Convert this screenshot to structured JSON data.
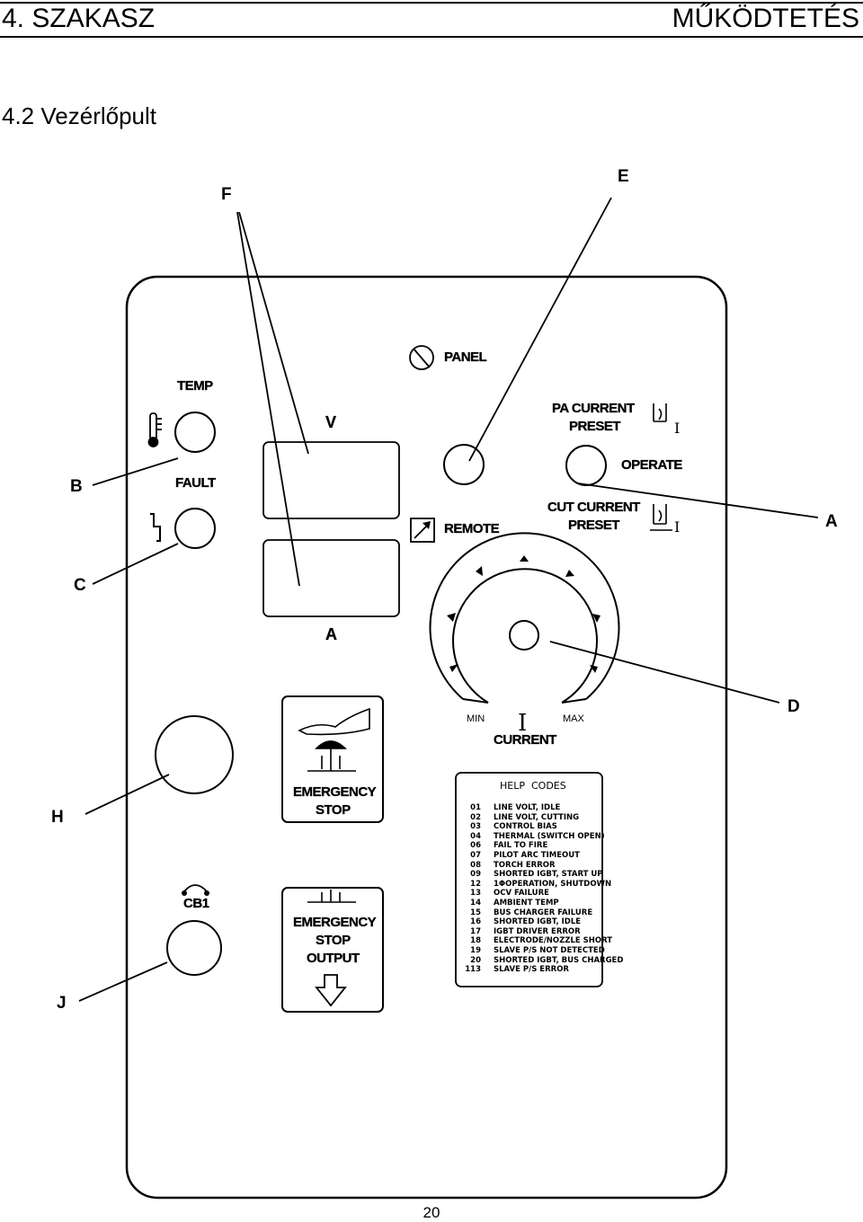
{
  "header": {
    "section": "4. SZAKASZ",
    "chapter": "MŰKÖDTETÉS",
    "subtitle": "4.2 Vezérlőpult"
  },
  "callouts": {
    "A": "A",
    "B": "B",
    "C": "C",
    "D": "D",
    "E": "E",
    "F": "F",
    "H": "H",
    "J": "J"
  },
  "panel": {
    "panel_label": "PANEL",
    "temp_label": "TEMP",
    "fault_label": "FAULT",
    "v_label": "V",
    "a_label": "A",
    "remote_label": "REMOTE",
    "pa_current_preset_1": "PA CURRENT",
    "pa_current_preset_2": "PRESET",
    "operate_label": "OPERATE",
    "cut_current_preset_1": "CUT CURRENT",
    "cut_current_preset_2": "PRESET",
    "min_label": "MIN",
    "max_label": "MAX",
    "current_label": "CURRENT",
    "current_symbol": "I",
    "cb1_label": "CB1",
    "emergency_stop_1": "EMERGENCY",
    "emergency_stop_2": "STOP",
    "emergency_output_1": "EMERGENCY",
    "emergency_output_2": "STOP",
    "emergency_output_3": "OUTPUT"
  },
  "help_codes": {
    "title": "HELP  CODES",
    "rows": [
      {
        "code": "01",
        "text": "LINE VOLT, IDLE"
      },
      {
        "code": "02",
        "text": "LINE VOLT, CUTTING"
      },
      {
        "code": "03",
        "text": "CONTROL BIAS"
      },
      {
        "code": "04",
        "text": "THERMAL (SWITCH OPEN)"
      },
      {
        "code": "06",
        "text": "FAIL TO FIRE"
      },
      {
        "code": "07",
        "text": "PILOT ARC TIMEOUT"
      },
      {
        "code": "08",
        "text": "TORCH ERROR"
      },
      {
        "code": "09",
        "text": "SHORTED IGBT, START UP"
      },
      {
        "code": "12",
        "text": "1ΦOPERATION, SHUTDOWN"
      },
      {
        "code": "13",
        "text": "OCV FAILURE"
      },
      {
        "code": "14",
        "text": "AMBIENT TEMP"
      },
      {
        "code": "15",
        "text": "BUS CHARGER FAILURE"
      },
      {
        "code": "16",
        "text": "SHORTED IGBT, IDLE"
      },
      {
        "code": "17",
        "text": "IGBT DRIVER ERROR"
      },
      {
        "code": "18",
        "text": "ELECTRODE/NOZZLE SHORT"
      },
      {
        "code": "19",
        "text": "SLAVE P/S NOT DETECTED"
      },
      {
        "code": "20",
        "text": "SHORTED IGBT, BUS CHARGED"
      },
      {
        "code": "113",
        "text": "SLAVE P/S ERROR"
      }
    ]
  },
  "page_number": "20"
}
